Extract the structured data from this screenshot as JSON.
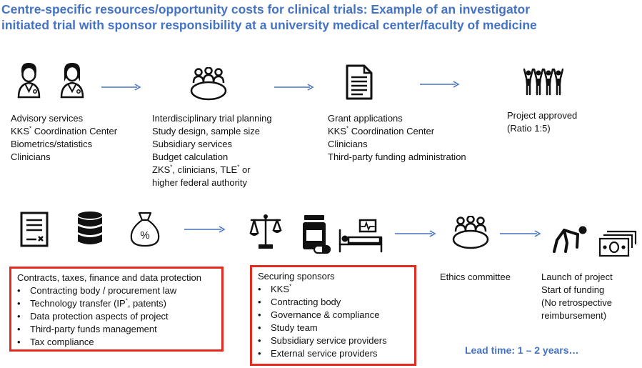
{
  "title": {
    "line1": "Centre-specific resources/opportunity costs for clinical trials: Example of an investigator",
    "line2": "initiated trial with sponsor responsibility at a university medical center/faculty of medicine"
  },
  "colors": {
    "title": "#4472c4",
    "arrow": "#4472c4",
    "box_border": "#e52b20",
    "icon": "#111111"
  },
  "row1": {
    "advisory": {
      "icon": "doctors-icon",
      "lines": [
        "Advisory services",
        "Coordination Center",
        "Biometrics/statistics",
        "Clinicians"
      ],
      "kks": "KKS",
      "star": "*"
    },
    "planning": {
      "icon": "meeting-table-icon",
      "lines": [
        "Interdisciplinary trial planning",
        "Study design, sample size",
        "Subsidiary services",
        "Budget calculation"
      ],
      "authority": {
        "zks": "ZKS",
        "star": "*",
        "mid": ", clinicians, TLE",
        "tail": " or"
      },
      "last": "higher federal authority"
    },
    "grant": {
      "icon": "document-icon",
      "lines": [
        "Grant applications",
        "Coordination Center",
        "Clinicians",
        "Third-party funding administration"
      ],
      "kks": "KKS",
      "star": "*"
    },
    "approved": {
      "icon": "people-cheering-icon",
      "lines": [
        "Project approved",
        "(Ratio 1:5)"
      ]
    }
  },
  "row2": {
    "contracts_box": {
      "icons": [
        "contract-document-icon",
        "database-icon",
        "money-bag-percent-icon"
      ],
      "percent": "%",
      "heading": "Contracts, taxes, finance and data protection",
      "items": [
        "Contracting body / procurement law",
        "Technology transfer (IP",
        "Data protection aspects of project",
        "Third-party funds management",
        "Tax compliance"
      ],
      "ip_star": "*",
      "ip_tail": ",  patents)"
    },
    "sponsors_box": {
      "icons": [
        "scales-icon",
        "medication-icon",
        "hospital-bed-icon"
      ],
      "heading": "Securing sponsors",
      "kks": "KKS",
      "star": "*",
      "items": [
        "Contracting body",
        "Governance & compliance",
        "Study team",
        "Subsidiary service providers",
        "External service providers"
      ]
    },
    "ethics": {
      "icon": "meeting-table-icon",
      "label": "Ethics committee"
    },
    "launch": {
      "icons": [
        "runner-start-icon",
        "banknotes-icon"
      ],
      "lines": [
        "Launch of project",
        "Start of funding",
        "(No retrospective",
        "reimbursement)"
      ]
    }
  },
  "lead_time": "Lead time: 1 – 2 years…"
}
